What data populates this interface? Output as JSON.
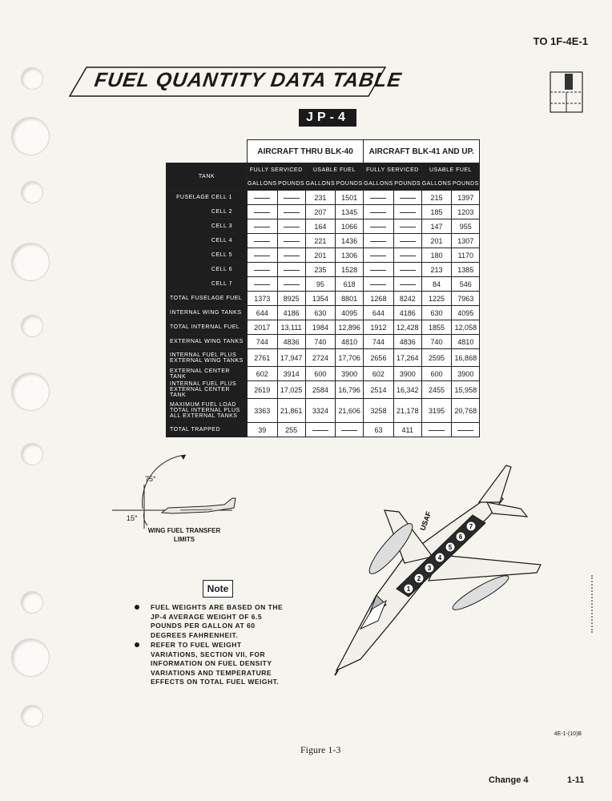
{
  "doc_number": "TO 1F-4E-1",
  "title": "FUEL QUANTITY DATA TABLE",
  "fuel_type": "JP-4",
  "table": {
    "group1": "AIRCRAFT THRU BLK-40",
    "group2": "AIRCRAFT BLK-41 AND UP.",
    "tank_header": "TANK",
    "sub_fully": "FULLY SERVICED",
    "sub_usable": "USABLE FUEL",
    "col_gallons": "GALLONS",
    "col_pounds": "POUNDS",
    "rows": [
      {
        "label": "FUSELAGE CELL 1",
        "v": [
          "",
          "",
          "231",
          "1501",
          "",
          "",
          "215",
          "1397"
        ]
      },
      {
        "label": "CELL 2",
        "v": [
          "",
          "",
          "207",
          "1345",
          "",
          "",
          "185",
          "1203"
        ]
      },
      {
        "label": "CELL 3",
        "v": [
          "",
          "",
          "164",
          "1066",
          "",
          "",
          "147",
          "955"
        ]
      },
      {
        "label": "CELL 4",
        "v": [
          "",
          "",
          "221",
          "1436",
          "",
          "",
          "201",
          "1307"
        ]
      },
      {
        "label": "CELL 5",
        "v": [
          "",
          "",
          "201",
          "1306",
          "",
          "",
          "180",
          "1170"
        ]
      },
      {
        "label": "CELL 6",
        "v": [
          "",
          "",
          "235",
          "1528",
          "",
          "",
          "213",
          "1385"
        ]
      },
      {
        "label": "CELL 7",
        "v": [
          "",
          "",
          "95",
          "618",
          "",
          "",
          "84",
          "546"
        ]
      },
      {
        "label": "TOTAL FUSELAGE FUEL",
        "v": [
          "1373",
          "8925",
          "1354",
          "8801",
          "1268",
          "8242",
          "1225",
          "7963"
        ]
      },
      {
        "label": "INTERNAL WING TANKS",
        "v": [
          "644",
          "4186",
          "630",
          "4095",
          "644",
          "4186",
          "630",
          "4095"
        ]
      },
      {
        "label": "TOTAL INTERNAL FUEL",
        "v": [
          "2017",
          "13,111",
          "1984",
          "12,896",
          "1912",
          "12,428",
          "1855",
          "12,058"
        ]
      },
      {
        "label": "EXTERNAL WING TANKS",
        "v": [
          "744",
          "4836",
          "740",
          "4810",
          "744",
          "4836",
          "740",
          "4810"
        ]
      },
      {
        "label": "INTERNAL FUEL PLUS EXTERNAL WING TANKS",
        "v": [
          "2761",
          "17,947",
          "2724",
          "17,706",
          "2656",
          "17,264",
          "2595",
          "16,868"
        ]
      },
      {
        "label": "EXTERNAL CENTER TANK",
        "v": [
          "602",
          "3914",
          "600",
          "3900",
          "602",
          "3900",
          "600",
          "3900"
        ]
      },
      {
        "label": "INTERNAL FUEL PLUS EXTERNAL CENTER TANK",
        "v": [
          "2619",
          "17,025",
          "2584",
          "16,796",
          "2514",
          "16,342",
          "2455",
          "15,958"
        ]
      },
      {
        "label": "MAXIMUM FUEL LOAD TOTAL INTERNAL PLUS ALL EXTERNAL TANKS",
        "v": [
          "3363",
          "21,861",
          "3324",
          "21,606",
          "3258",
          "21,178",
          "3195",
          "20,768"
        ]
      },
      {
        "label": "TOTAL TRAPPED",
        "v": [
          "39",
          "255",
          "",
          "",
          "63",
          "411",
          "",
          ""
        ]
      }
    ]
  },
  "transfer": {
    "deg75": "75°",
    "deg15": "15°",
    "label": "WING FUEL TRANSFER LIMITS"
  },
  "note_label": "Note",
  "notes": [
    "FUEL WEIGHTS ARE BASED ON THE JP-4 AVERAGE WEIGHT OF 6.5 POUNDS PER GALLON AT 60 DEGREES FAHRENHEIT.",
    "REFER TO FUEL WEIGHT VARIATIONS, SECTION VII, FOR INFORMATION ON FUEL DENSITY VARIATIONS AND TEMPERATURE EFFECTS ON TOTAL FUEL WEIGHT."
  ],
  "aircraft": {
    "tail": "USAF",
    "cells": [
      "1",
      "2",
      "3",
      "4",
      "5",
      "6",
      "7"
    ]
  },
  "figure_code": "4E-1-(10)B",
  "figure_caption": "Figure 1-3",
  "change": "Change 4",
  "page": "1-11"
}
